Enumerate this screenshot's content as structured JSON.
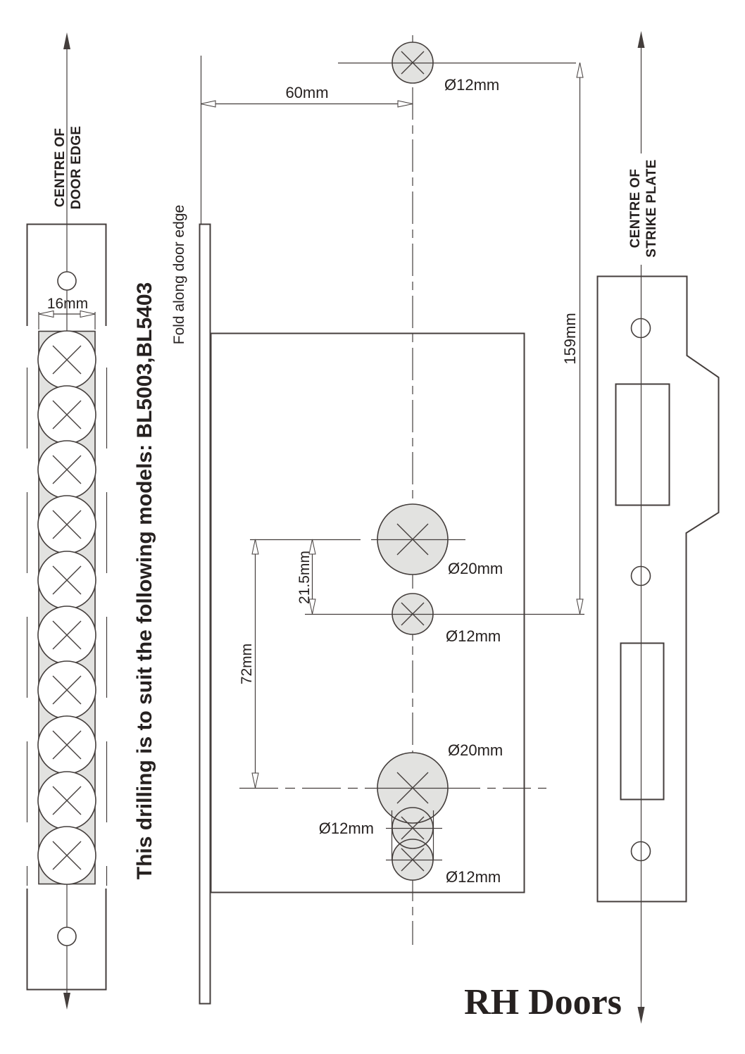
{
  "drawing": {
    "door_edge_template": {
      "centre_line_label_1": "CENTRE OF",
      "centre_line_label_2": "DOOR EDGE",
      "width_dim": "16mm"
    },
    "fold_label": "Fold along door edge",
    "models_note": "This drilling is to suit the following models: BL5003,BL5403",
    "face_template": {
      "backset_dim": "60mm",
      "height_dim": "159mm",
      "cylinder_gap_dim": "21.5mm",
      "handle_gap_dim": "72mm",
      "top_hole_dia": "Ø12mm",
      "upper_hole_dia": "Ø20mm",
      "mid_hole_dia": "Ø12mm",
      "lower_hole_dia": "Ø20mm",
      "slot_hole_dia_left": "Ø12mm",
      "slot_hole_dia_bottom": "Ø12mm"
    },
    "strike_plate": {
      "centre_line_label_1": "CENTRE OF",
      "centre_line_label_2": "STRIKE PLATE"
    },
    "handing_label": "RH Doors",
    "colors": {
      "line": "#443e3c",
      "text": "#262120",
      "hole_fill": "#e2e2e0"
    }
  }
}
